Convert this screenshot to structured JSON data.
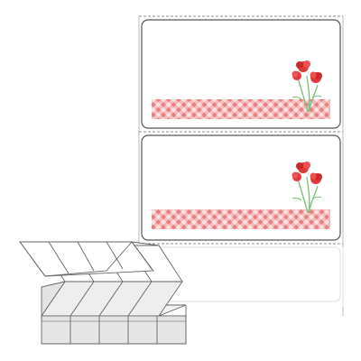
{
  "product": {
    "label_count_shown": 2,
    "label_orientation": "landscape",
    "pattern": "red-gingham-strip",
    "decoration": "red-carnation-bouquet",
    "stack_type": "fanfold"
  },
  "colors": {
    "label_border": "#666666",
    "liner_border": "#aaaaaa",
    "gingham_light": "#f7c6c6",
    "gingham_dark": "#e88a8a",
    "carnation": "#e03a3a",
    "stem": "#7cc47c"
  },
  "icons": {
    "flower": "carnation-icon",
    "stack": "fanfold-stack-icon"
  }
}
